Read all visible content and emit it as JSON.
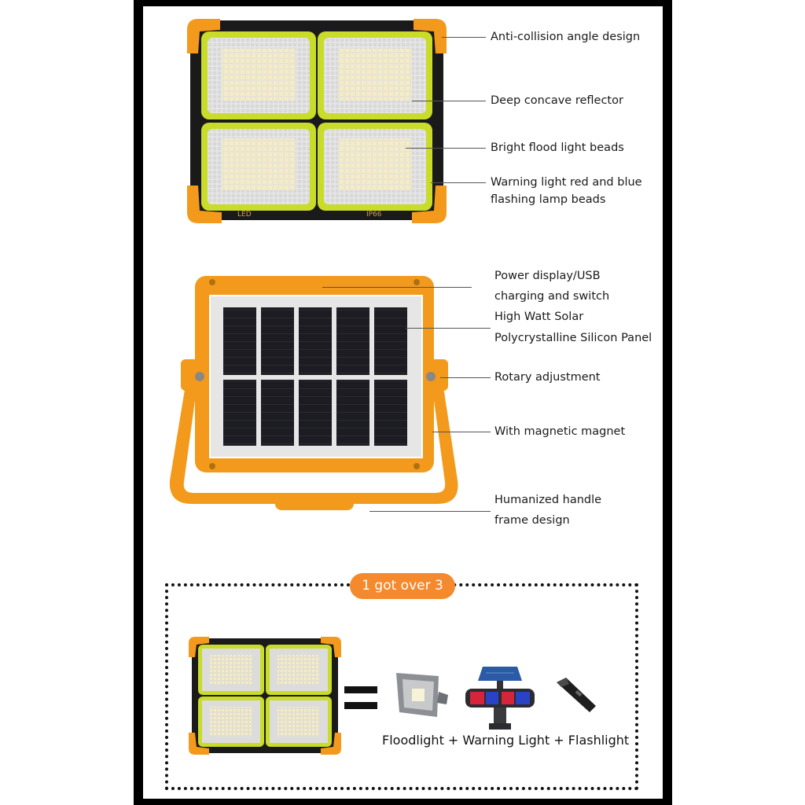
{
  "front_labels": [
    {
      "text": "Anti-collision angle design"
    },
    {
      "text": "Deep concave reflector"
    },
    {
      "text": "Bright flood light beads"
    },
    {
      "text": "Warning light red and blue"
    },
    {
      "text": "flashing lamp beads"
    }
  ],
  "back_labels": [
    {
      "text": "Power display/USB"
    },
    {
      "text": "charging and switch"
    },
    {
      "text": "High Watt Solar"
    },
    {
      "text": "Polycrystalline Silicon Panel"
    },
    {
      "text": "Rotary adjustment"
    },
    {
      "text": "With magnetic magnet"
    },
    {
      "text": "Humanized handle"
    },
    {
      "text": "frame design"
    }
  ],
  "lamp_print": {
    "left": "LED",
    "right": "IP66"
  },
  "badge": "1 got over 3",
  "caption": "Floodlight + Warning Light + Flashlight",
  "colors": {
    "frame_orange": "#f39a1c",
    "led_green": "#c9dc2a",
    "housing_black": "#1a1a1a",
    "badge_orange": "#f4892e"
  }
}
